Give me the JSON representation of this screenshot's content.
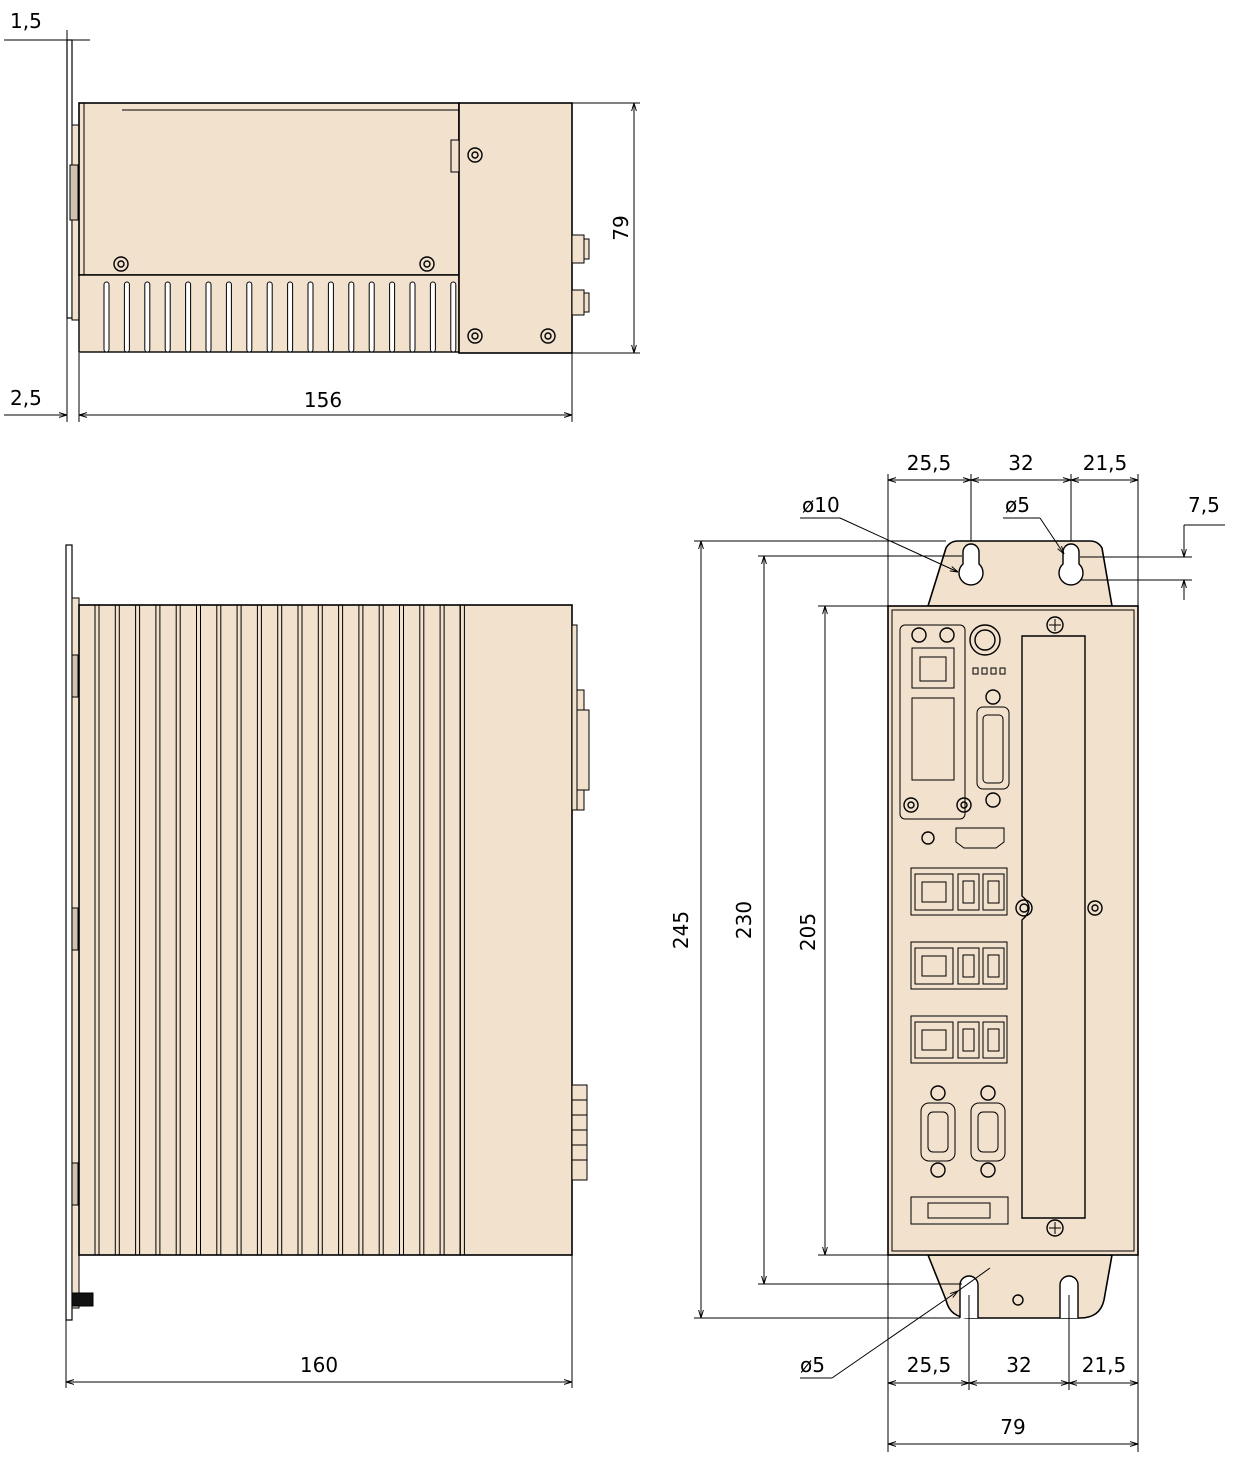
{
  "colors": {
    "housing": "#f1e1cd",
    "line": "#000000",
    "background": "#ffffff"
  },
  "side_view": {
    "dim_plate_thickness": "1,5",
    "dim_plate_offset": "2,5",
    "dim_length": "156",
    "dim_height": "79"
  },
  "top_view": {
    "dim_length": "160"
  },
  "front_view": {
    "dim_top_left": "25,5",
    "dim_top_middle": "32",
    "dim_top_right": "21,5",
    "dim_hole_large": "ø10",
    "dim_hole_small_top": "ø5",
    "dim_slot_offset": "7,5",
    "dim_overall_height": "245",
    "dim_hole_spacing": "230",
    "dim_body_height": "205",
    "dim_hole_small_bottom": "ø5",
    "dim_bottom_left": "25,5",
    "dim_bottom_middle": "32",
    "dim_bottom_right": "21,5",
    "dim_width": "79"
  }
}
